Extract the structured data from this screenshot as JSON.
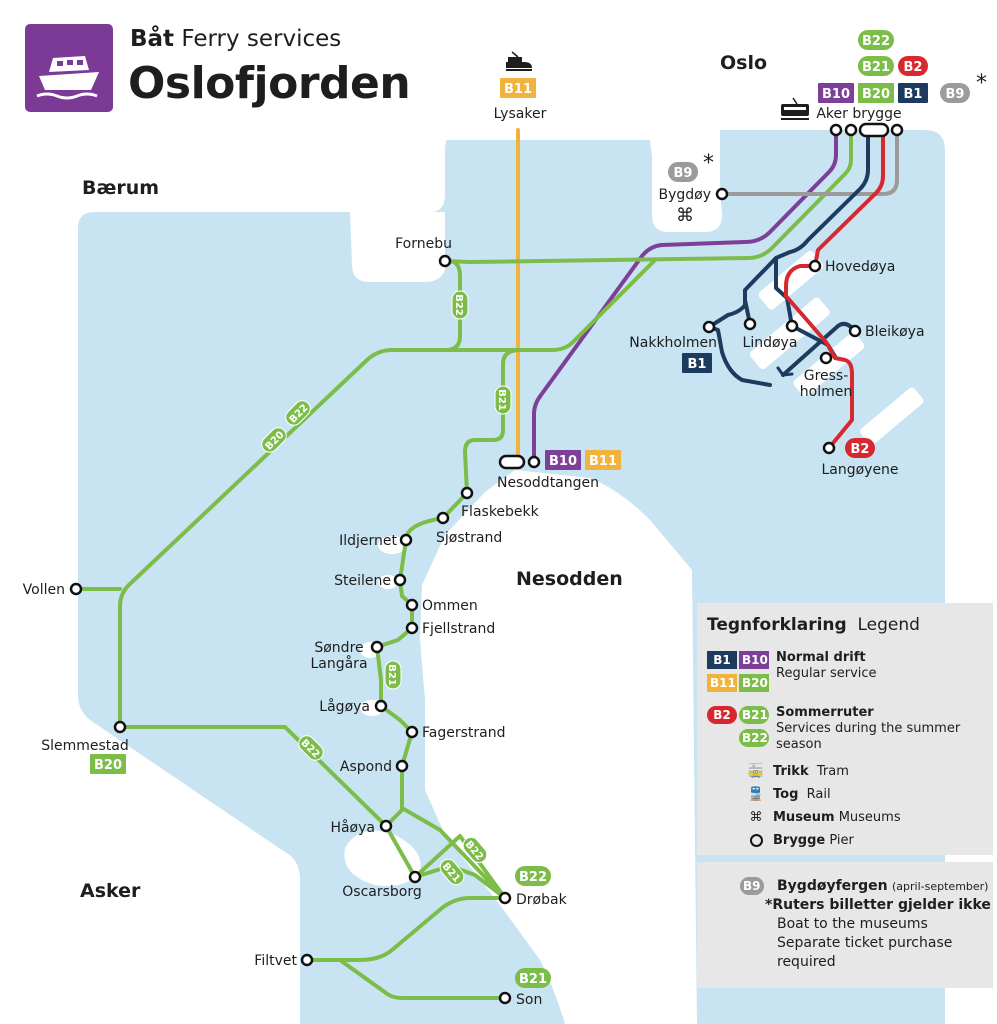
{
  "header": {
    "mode": "Båt",
    "subtitle": "Ferry services",
    "title": "Oslofjorden",
    "icon": "ferry-icon"
  },
  "colors": {
    "water": "#c8e3f2",
    "B1": "#1d3b5e",
    "B2": "#d7282f",
    "B9": "#9b9b9b",
    "B10": "#7d3f98",
    "B11": "#f2b33d",
    "B20": "#7cbd4a",
    "B21": "#7cbd4a",
    "B22": "#7cbd4a",
    "brand": "#7b3a96"
  },
  "places": [
    "Bærum",
    "Oslo",
    "Nesodden",
    "Asker"
  ],
  "stops": [
    {
      "name": [
        "Lysaker"
      ]
    },
    {
      "name": [
        "Aker brygge"
      ]
    },
    {
      "name": [
        "Bygdøy"
      ]
    },
    {
      "name": [
        "Fornebu"
      ]
    },
    {
      "name": [
        "Hovedøya"
      ]
    },
    {
      "name": [
        "Nakkholmen"
      ]
    },
    {
      "name": [
        "Lindøya"
      ]
    },
    {
      "name": [
        "Bleikøya"
      ]
    },
    {
      "name": [
        "Gress-",
        "holmen"
      ]
    },
    {
      "name": [
        "Langøyene"
      ]
    },
    {
      "name": [
        "Nesoddtangen"
      ]
    },
    {
      "name": [
        "Flaskebekk"
      ]
    },
    {
      "name": [
        "Sjøstrand"
      ]
    },
    {
      "name": [
        "Ildjernet"
      ]
    },
    {
      "name": [
        "Steilene"
      ]
    },
    {
      "name": [
        "Ommen"
      ]
    },
    {
      "name": [
        "Fjellstrand"
      ]
    },
    {
      "name": [
        "Søndre",
        "Langåra"
      ]
    },
    {
      "name": [
        "Lågøya"
      ]
    },
    {
      "name": [
        "Fagerstrand"
      ]
    },
    {
      "name": [
        "Aspond"
      ]
    },
    {
      "name": [
        "Håøya"
      ]
    },
    {
      "name": [
        "Oscarsborg"
      ]
    },
    {
      "name": [
        "Drøbak"
      ]
    },
    {
      "name": [
        "Filtvet"
      ]
    },
    {
      "name": [
        "Son"
      ]
    },
    {
      "name": [
        "Vollen"
      ]
    },
    {
      "name": [
        "Slemmestad"
      ]
    }
  ],
  "badges": [
    {
      "route": "B11"
    },
    {
      "route": "B22"
    },
    {
      "route": "B21"
    },
    {
      "route": "B2"
    },
    {
      "route": "B10"
    },
    {
      "route": "B20"
    },
    {
      "route": "B1"
    },
    {
      "route": "B9"
    },
    {
      "route": "B9"
    },
    {
      "route": "B1"
    },
    {
      "route": "B2"
    },
    {
      "route": "B10"
    },
    {
      "route": "B11"
    },
    {
      "route": "B20"
    },
    {
      "route": "B22"
    },
    {
      "route": "B21"
    }
  ],
  "line_badges": [
    {
      "route": "B22"
    },
    {
      "route": "B21"
    },
    {
      "route": "B20"
    },
    {
      "route": "B22"
    },
    {
      "route": "B21"
    },
    {
      "route": "B22"
    },
    {
      "route": "B22"
    },
    {
      "route": "B21"
    }
  ],
  "asterisk": "*",
  "museum_symbol": "⌘",
  "legend": {
    "title_no": "Tegnforklaring",
    "title_en": "Legend",
    "regular": {
      "badges": [
        "B1",
        "B10",
        "B11",
        "B20"
      ],
      "no": "Normal drift",
      "en": "Regular service"
    },
    "summer": {
      "badges": [
        "B2",
        "B21",
        "B22"
      ],
      "no": "Sommerruter",
      "en": "Services during the summer season"
    },
    "symbols": [
      {
        "no": "Trikk",
        "en": "Tram",
        "icon": "tram-icon"
      },
      {
        "no": "Tog",
        "en": "Rail",
        "icon": "train-icon"
      },
      {
        "no": "Museum",
        "en": "Museums",
        "icon": "museum-icon"
      },
      {
        "no": "Brygge",
        "en": "Pier",
        "icon": "pier-icon"
      }
    ]
  },
  "legend2": {
    "badge": "B9",
    "title": "Bygdøyfergen",
    "period": "(april-september)",
    "note_no": "Ruters billetter gjelder ikke",
    "lines": [
      "Boat to the museums",
      "Separate ticket purchase",
      "required"
    ]
  }
}
